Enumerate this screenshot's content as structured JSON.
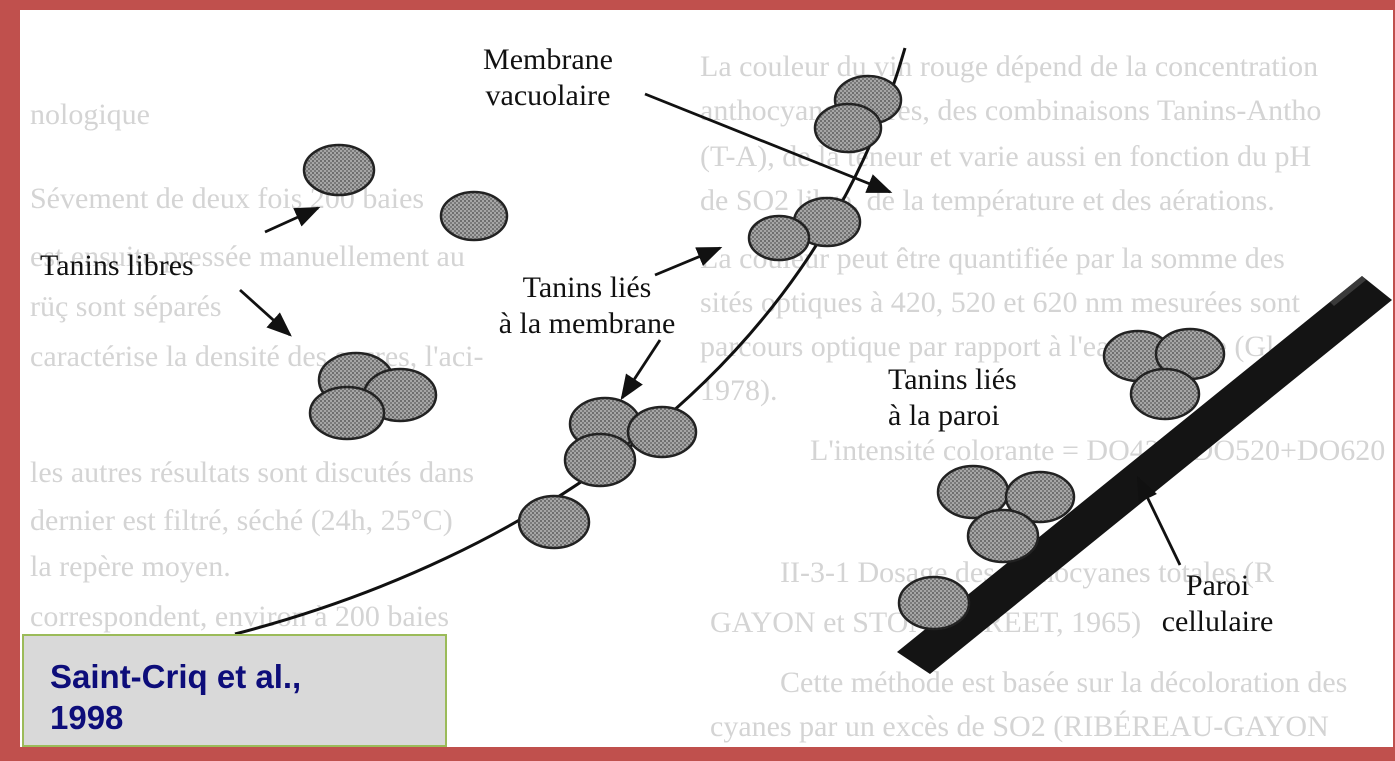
{
  "colors": {
    "frame": "#c0504d",
    "citation_bg": "#d9d9d9",
    "citation_border": "#9bbb59",
    "citation_text": "#0d0d7a",
    "tannin_fill": "#8c8c8c",
    "ink": "#111111"
  },
  "labels": {
    "membrane_line1": "Membrane",
    "membrane_line2": "vacuolaire",
    "free_tannins": "Tanins libres",
    "membrane_bound_line1": "Tanins liés",
    "membrane_bound_line2": "à la membrane",
    "wall_bound_line1": "Tanins liés",
    "wall_bound_line2": "à la paroi",
    "cell_wall_line1": "Paroi",
    "cell_wall_line2": "cellulaire"
  },
  "citation": {
    "line1": "Saint-Criq et al.,",
    "line2": "1998"
  }
}
